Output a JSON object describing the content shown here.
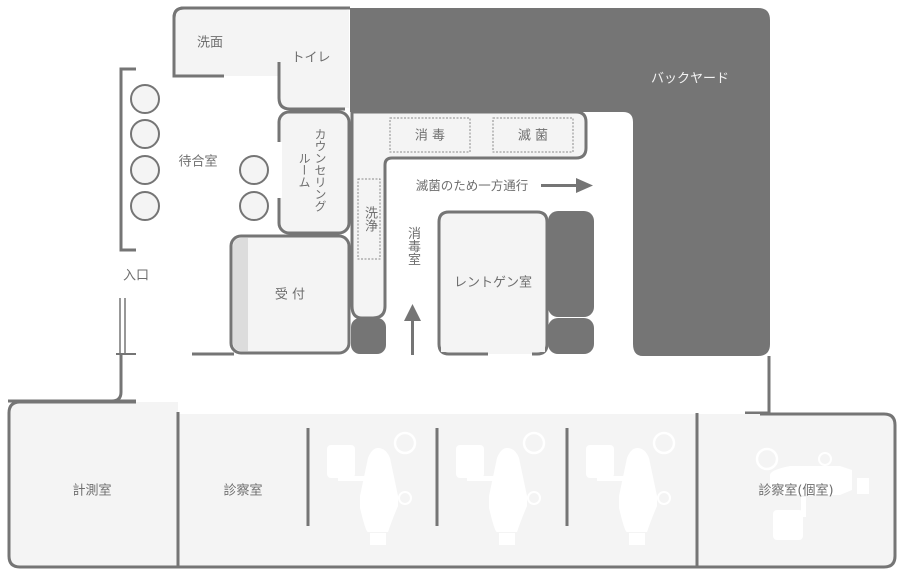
{
  "floorplan": {
    "colors": {
      "wall": "#757575",
      "room_fill": "#f4f4f4",
      "backyard_fill": "#757575",
      "label": "#6e6e6e",
      "label_on_dark": "#f2f2f2",
      "reception_side": "#dcdcdc"
    },
    "rooms": {
      "washroom": "洗面",
      "toilet": "トイレ",
      "backyard": "バックヤード",
      "waiting_room": "待合室",
      "counseling_room_line1": "カウンセリング",
      "counseling_room_line2": "ルーム",
      "disinfection_station": "消 毒",
      "sterilization_station": "滅 菌",
      "cleaning_station": "洗浄",
      "disinfection_room": "消毒室",
      "xray_room": "レントゲン室",
      "reception": "受 付",
      "entrance": "入口",
      "measurement_room": "計測室",
      "examination_room": "診察室",
      "private_examination_room": "診察室(個室)"
    },
    "annotations": {
      "one_way_note": "滅菌のため一方通行"
    },
    "icons": [
      "chair-icon",
      "dental-chair-icon",
      "arrow-right-icon",
      "arrow-up-icon"
    ]
  }
}
